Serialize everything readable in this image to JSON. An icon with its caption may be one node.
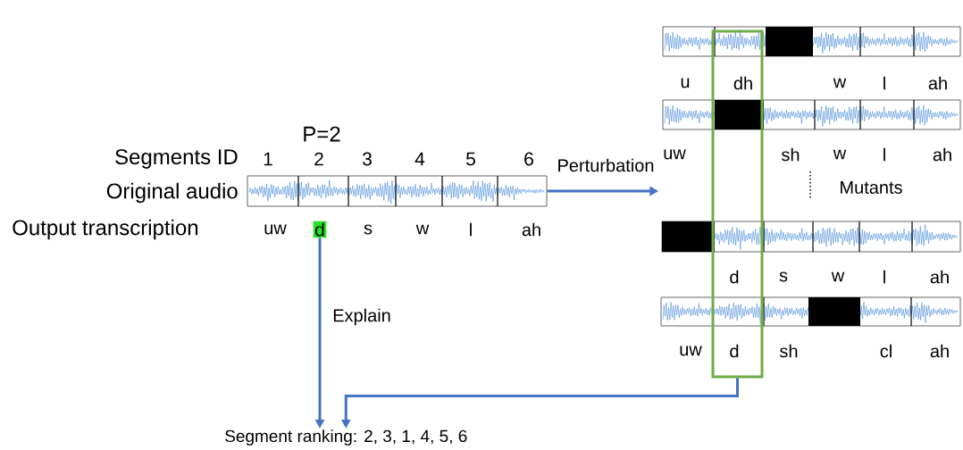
{
  "diagram": {
    "nodes": [
      {
        "text": [],
        "shape": "picture"
      },
      {
        "text": [
          "d"
        ]
      },
      {
        "text": [],
        "shape": "picture"
      },
      {
        "text": [],
        "shape": "picture"
      },
      {
        "text": [],
        "shape": "picture"
      },
      {
        "text": [],
        "shape": "picture"
      },
      {
        "text": [],
        "shape": "box"
      },
      {
        "text": [
          "Segment ranking: 2, 3, 1, 4, 5, 6"
        ]
      }
    ],
    "edges": [
      {
        "from": 0,
        "to": null,
        "arrow": "to",
        "label": "Perturbation"
      },
      {
        "from": 1,
        "to": 7,
        "arrow": "to",
        "label": "Explain"
      },
      {
        "from": 6,
        "to": 7,
        "arrow": "to"
      }
    ],
    "labels": [
      "P=2",
      "Segments ID",
      "1",
      "2",
      "3",
      "4",
      "5",
      "6",
      "Original audio",
      "Output transcription",
      "uw",
      "s",
      "w",
      "l",
      "ah",
      "u",
      "dh",
      "w",
      "l",
      "ah",
      "uw",
      "sh",
      "w",
      "l",
      "ah",
      "Mutants",
      "d",
      "s",
      "w",
      "l",
      "ah",
      "uw",
      "d",
      "sh",
      "cl",
      "ah"
    ]
  }
}
